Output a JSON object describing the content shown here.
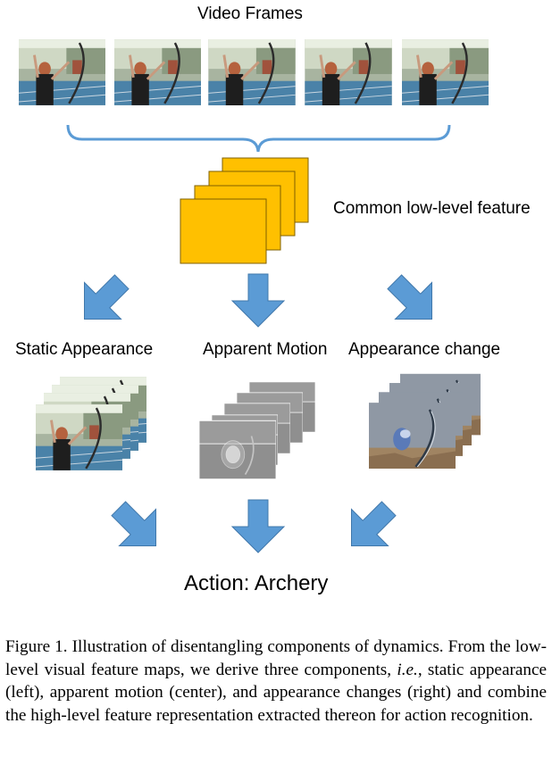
{
  "labels": {
    "video_frames": "Video Frames",
    "common_feature": "Common low-level feature",
    "static_appearance": "Static Appearance",
    "apparent_motion": "Apparent Motion",
    "appearance_change": "Appearance change",
    "action": "Action: Archery"
  },
  "caption": {
    "prefix": "Figure 1. Illustration of disentangling components of dynamics. From the low-level visual feature maps, we derive three components, ",
    "ie": "i.e.",
    "suffix": ", static appearance (left), apparent motion (center), and appearance changes (right) and combine the high-level feature representation extracted thereon for action recognition."
  },
  "colors": {
    "arrow": "#5b9bd5",
    "feature_map": "#ffc000",
    "bracket": "#5b9bd5"
  }
}
